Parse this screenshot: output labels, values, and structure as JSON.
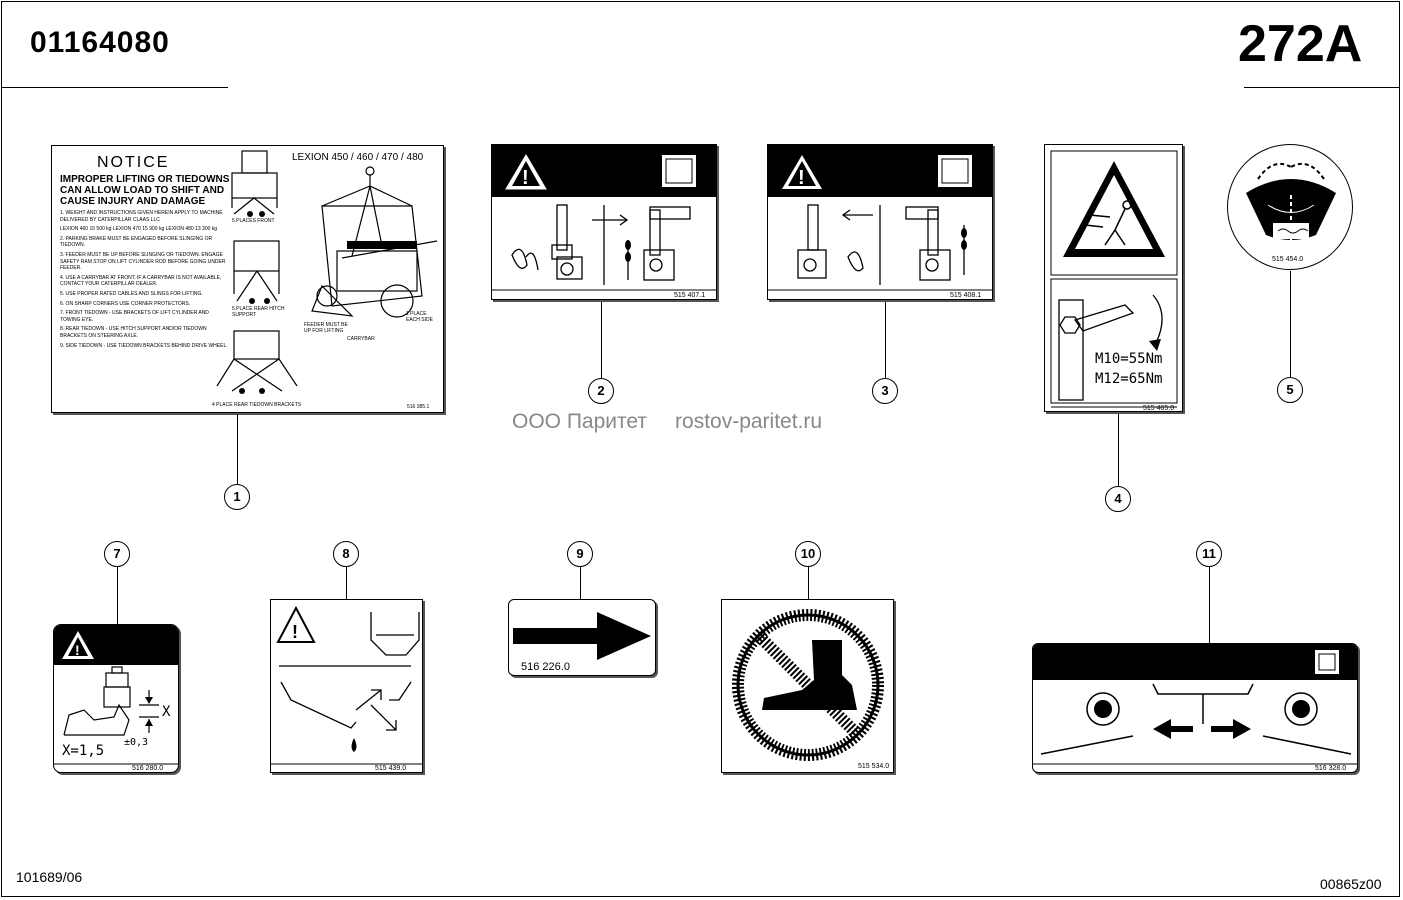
{
  "header": {
    "doc_number": "01164080",
    "page_code": "272A"
  },
  "footer": {
    "left_code": "101689/06",
    "right_code": "00865z00"
  },
  "watermark": {
    "company": "ООО Паритет",
    "site": "rostov-paritet.ru"
  },
  "callouts": [
    "1",
    "2",
    "3",
    "4",
    "5",
    "7",
    "8",
    "9",
    "10",
    "11"
  ],
  "decal1": {
    "title": "NOTICE",
    "heading": [
      "IMPROPER LIFTING OR TIEDOWNS",
      "CAN ALLOW LOAD TO SHIFT AND",
      "CAUSE INJURY AND DAMAGE"
    ],
    "model": "LEXION 450 / 460 / 470 / 480",
    "items": [
      "1. WEIGHT AND INSTRUCTIONS GIVEN HEREIN APPLY TO MACHINE DELIVERED BY CATERPILLAR CLAAS LLC",
      "LEXION 460  15 500 kg   LEXION 470  15 900 kg   LEXION 480  13 300 kg",
      "2. PARKING BRAKE MUST BE ENGAGED BEFORE SLINGING OR TIEDOWN.",
      "3. FEEDER MUST BE UP BEFORE SLINGING OR TIEDOWN. ENGAGE SAFETY RAM STOP ON LIFT CYLINDER ROD BEFORE GOING UNDER FEEDER.",
      "4. USE A CARRYBAR AT FRONT. IF A CARRYBAR IS NOT AVAILABLE, CONTACT YOUR CATERPILLAR DEALER.",
      "5. USE PROPER RATED CABLES AND SLINGS FOR LIFTING.",
      "6. ON SHARP CORNERS USE CORNER PROTECTORS.",
      "7. FRONT TIEDOWN - USE BRACKETS OF LIFT CYLINDER AND TOWING EYE.",
      "8. REAR TIEDOWN - USE HITCH SUPPORT AND/OR TIEDOWN BRACKETS ON STEERING AXLE.",
      "9. SIDE TIEDOWN - USE TIEDOWN BRACKETS BEHIND DRIVE WHEEL."
    ],
    "label_front": "5 PLACES FRONT",
    "label_rear": "5 PLACE REAR HITCH SUPPORT",
    "label_bracket": "4 PLACE REAR TIEDOWN BRACKETS",
    "label_feeder": "FEEDER MUST BE UP FOR LIFTING",
    "label_carrybar": "CARRYBAR",
    "label_place": "1 PLACE EACH SIDE",
    "code": "516 385.1"
  },
  "decal2": {
    "code": "515 407.1"
  },
  "decal3": {
    "code": "515 408.1"
  },
  "decal4": {
    "torque1": "M10=55Nm",
    "torque2": "M12=65Nm",
    "code": "515 465.0"
  },
  "decal5": {
    "code": "515 454.0"
  },
  "decal7": {
    "code": "515 439.0"
  },
  "decal8": {
    "code": "516 226.0"
  },
  "decal9": {
    "xvalue": "X=1,5",
    "tol": "±0,3",
    "xlabel": "X",
    "code": "516 280.0"
  },
  "decal10": {
    "code": "515 534.0"
  },
  "decal11": {
    "code": "516 328.0"
  },
  "colors": {
    "ink": "#000000",
    "decal_band": "#000000",
    "watermark": "#888888"
  }
}
